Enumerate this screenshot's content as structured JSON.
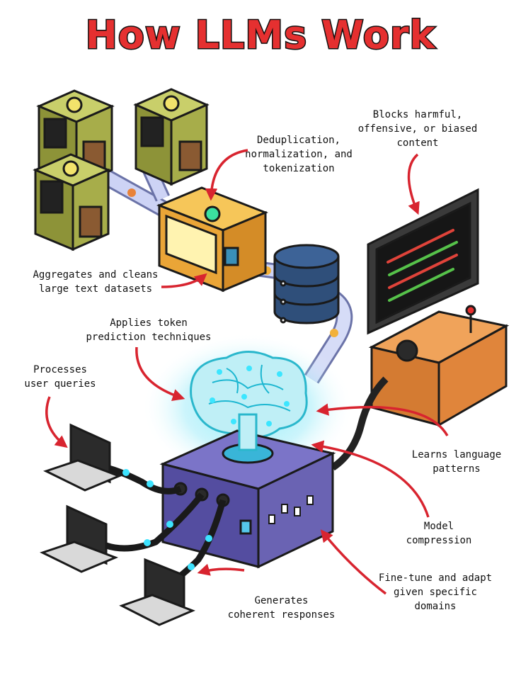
{
  "title": "How LLMs Work",
  "labels": {
    "dedup": "Deduplication,\nnormalization, and\ntokenization",
    "blocks": "Blocks harmful,\noffensive, or biased\ncontent",
    "aggregates": "Aggregates and cleans\nlarge text datasets",
    "applies": "Applies token\nprediction techniques",
    "processes": "Processes\nuser queries",
    "learns": "Learns language\npatterns",
    "compression": "Model\ncompression",
    "finetune": "Fine-tune and adapt\ngiven specific\ndomains",
    "generates": "Generates\ncoherent responses"
  },
  "colors": {
    "title": "#e53030",
    "arrow": "#d8242f",
    "server": "#a7ad4a",
    "processor": "#f2b13a",
    "database": "#2f4f7a",
    "hub": "#6a63b3",
    "console": "#e0853b",
    "glow": "#2fd8ee"
  },
  "icons": [
    "server-icon",
    "processor-icon",
    "database-icon",
    "brain-icon",
    "monitor-icon",
    "console-icon",
    "laptop-icon",
    "hub-icon"
  ]
}
